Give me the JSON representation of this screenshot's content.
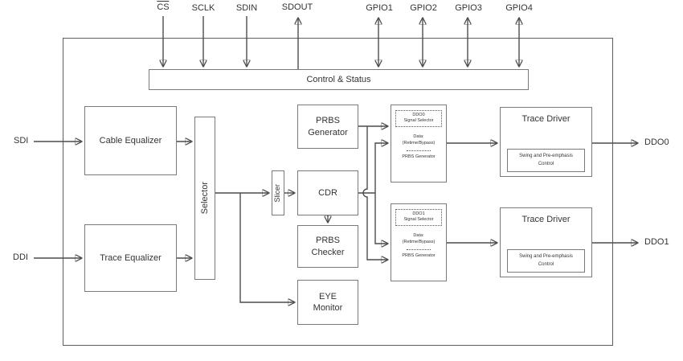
{
  "colors": {
    "background": "#ffffff",
    "line": "#4c4c4c",
    "box_border": "#7a7a7a",
    "arrow": "#1f1f1f",
    "text": "#333333"
  },
  "pins": {
    "top": [
      {
        "label": "CS",
        "overline": true
      },
      {
        "label": "SCLK"
      },
      {
        "label": "SDIN"
      },
      {
        "label": "SDOUT"
      },
      {
        "label": "GPIO1"
      },
      {
        "label": "GPIO2"
      },
      {
        "label": "GPIO3"
      },
      {
        "label": "GPIO4"
      }
    ],
    "left": [
      {
        "label": "SDI"
      },
      {
        "label": "DDI"
      }
    ],
    "right": [
      {
        "label": "DDO0"
      },
      {
        "label": "DDO1"
      }
    ]
  },
  "blocks": {
    "control_status": "Control & Status",
    "cable_equalizer": "Cable Equalizer",
    "trace_equalizer": "Trace Equalizer",
    "selector": "Selector",
    "slicer": "Slicer",
    "cdr": "CDR",
    "prbs_generator": "PRBS Generator",
    "prbs_checker": "PRBS Checker",
    "eye_monitor": "EYE Monitor"
  },
  "signal_selectors": [
    {
      "title_line1": "DDO0",
      "title_line2": "Signal Selector",
      "data_line1": "Data:",
      "data_line2": "(Retime/Bypass)",
      "prbs_label": "PRBS Generator"
    },
    {
      "title_line1": "DDO1",
      "title_line2": "Signal Selector",
      "data_line1": "Data:",
      "data_line2": "(Retime/Bypass)",
      "prbs_label": "PRBS Generator"
    }
  ],
  "trace_drivers": [
    {
      "title": "Trace Driver",
      "inner_label": "Swing and Pre-emphasis Control"
    },
    {
      "title": "Trace Driver",
      "inner_label": "Swing and Pre-emphasis Control"
    }
  ]
}
